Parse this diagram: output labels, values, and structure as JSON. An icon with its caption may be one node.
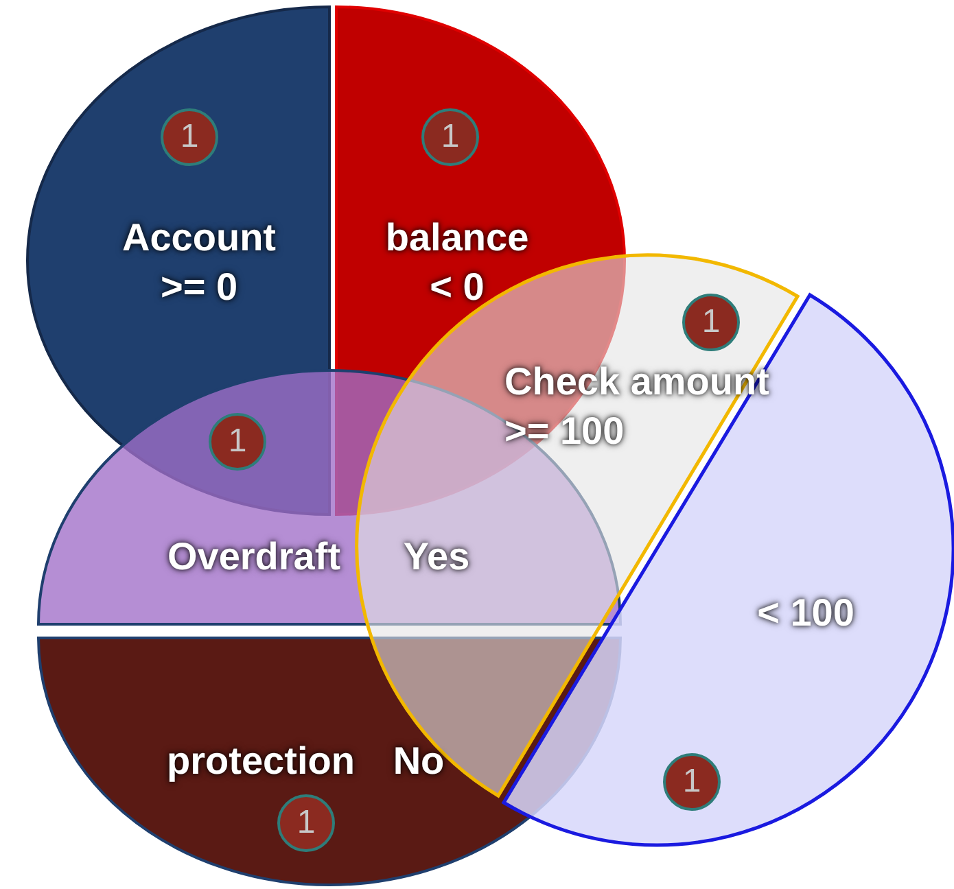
{
  "diagram": {
    "nodes": [
      {
        "text": [
          "1",
          "Account >= 0"
        ]
      },
      {
        "text": [
          "1",
          "balance < 0"
        ]
      },
      {
        "text": [
          "1",
          "Overdraft",
          "Yes"
        ]
      },
      {
        "text": [
          "protection",
          "No",
          "1"
        ]
      },
      {
        "text": [
          "1",
          "Check amount >= 100"
        ]
      },
      {
        "text": [
          "< 100",
          "1"
        ]
      }
    ]
  }
}
